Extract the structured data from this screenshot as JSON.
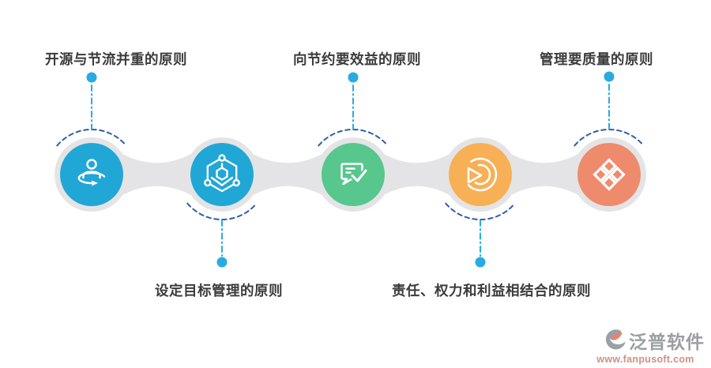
{
  "colors": {
    "blue": "#21A7D6",
    "green": "#57C78D",
    "orange": "#F7B055",
    "salmon": "#EE8B6C",
    "gray": "#E4E4E6",
    "navy": "#2E5FA3",
    "cyan": "#29ABE2",
    "text": "#3B3B3B",
    "logo-gray": "#9B9EA3",
    "logo-salmon": "#CE9183"
  },
  "principles": [
    {
      "label": "开源与节流并重的原则",
      "position": "top",
      "icon": "person-rotate-icon",
      "color": "#21A7D6"
    },
    {
      "label": "设定目标管理的原则",
      "position": "bottom",
      "icon": "hexagon-network-icon",
      "color": "#21A7D6"
    },
    {
      "label": "向节约要效益的原则",
      "position": "top",
      "icon": "chat-check-icon",
      "color": "#57C78D"
    },
    {
      "label": "责任、权力和利益相结合的原则",
      "position": "bottom",
      "icon": "pie-arcs-icon",
      "color": "#F7B055"
    },
    {
      "label": "管理要质量的原则",
      "position": "top",
      "icon": "four-diamonds-icon",
      "color": "#EE8B6C"
    }
  ],
  "watermark": {
    "brand": "泛普软件",
    "url": "www.fanpusoft.com"
  }
}
